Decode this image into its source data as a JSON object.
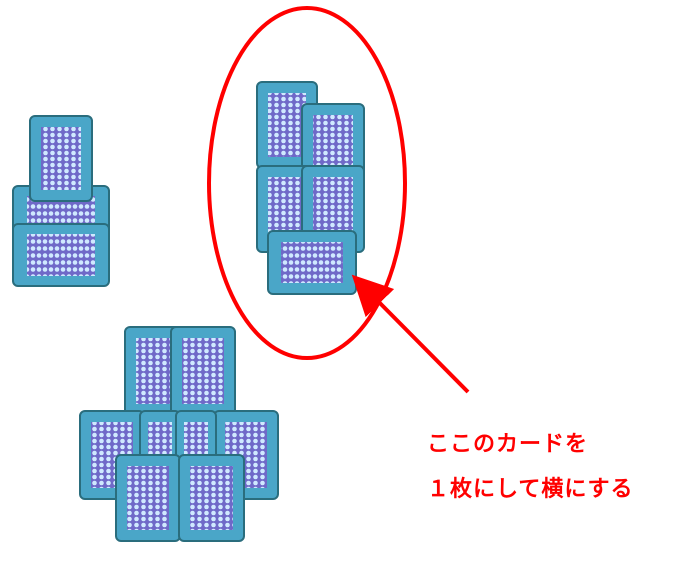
{
  "annotation": {
    "line1": "ここのカードを",
    "line2": "１枚にして横にする"
  },
  "colors": {
    "card_border": "#2a6d7d",
    "card_frame": "#4aa6c8",
    "card_inner": "#6f69c8",
    "card_dot": "#ffffff",
    "annotation_red": "#ff0000"
  },
  "card_groups": [
    {
      "name": "left-stack",
      "cards": 3,
      "horizontal": 2,
      "vertical": 1
    },
    {
      "name": "highlighted-stack",
      "cards": 5,
      "horizontal": 1,
      "vertical": 4,
      "circled": true
    },
    {
      "name": "bottom-cluster",
      "cards": 8,
      "horizontal": 0,
      "vertical": 8
    }
  ]
}
